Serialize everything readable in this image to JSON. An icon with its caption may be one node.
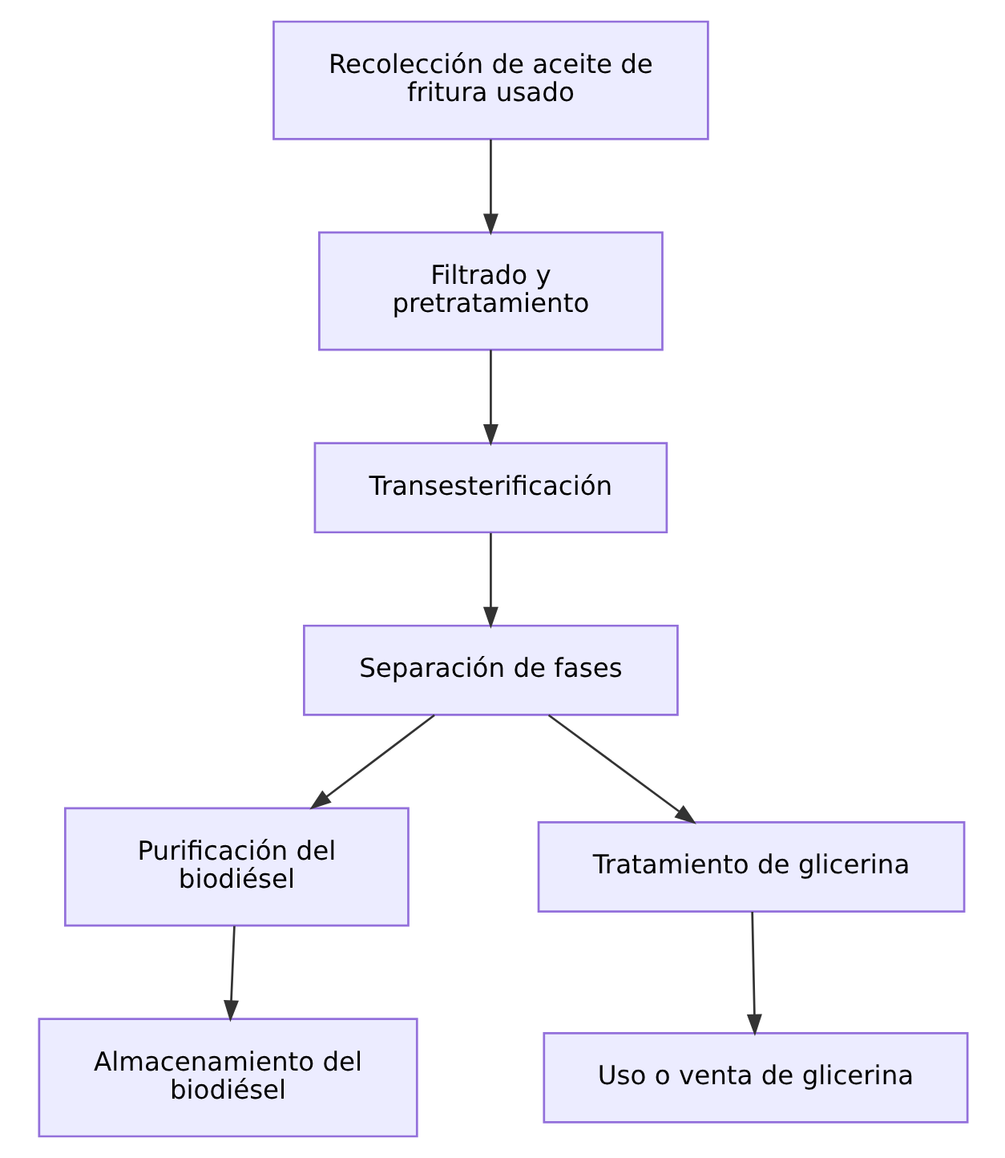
{
  "diagram": {
    "nodes": [
      {
        "text": [
          "Recolección de aceite de fritura usado"
        ]
      },
      {
        "text": [
          "Filtrado y pretratamiento"
        ]
      },
      {
        "text": [
          "Transesterificación"
        ]
      },
      {
        "text": [
          "Separación de fases"
        ]
      },
      {
        "text": [
          "Purificación del biodiésel"
        ]
      },
      {
        "text": [
          "Tratamiento de glicerina"
        ]
      },
      {
        "text": [
          "Almacenamiento del biodiésel"
        ]
      },
      {
        "text": [
          "Uso o venta de glicerina"
        ]
      }
    ],
    "edges": [
      {
        "from": 0,
        "to": 1,
        "arrow": "to"
      },
      {
        "from": 1,
        "to": 2,
        "arrow": "to"
      },
      {
        "from": 2,
        "to": 3,
        "arrow": "to"
      },
      {
        "from": 3,
        "to": 4,
        "arrow": "to"
      },
      {
        "from": 3,
        "to": 5,
        "arrow": "to"
      },
      {
        "from": 4,
        "to": 6,
        "arrow": "to"
      },
      {
        "from": 5,
        "to": 7,
        "arrow": "to"
      }
    ]
  }
}
